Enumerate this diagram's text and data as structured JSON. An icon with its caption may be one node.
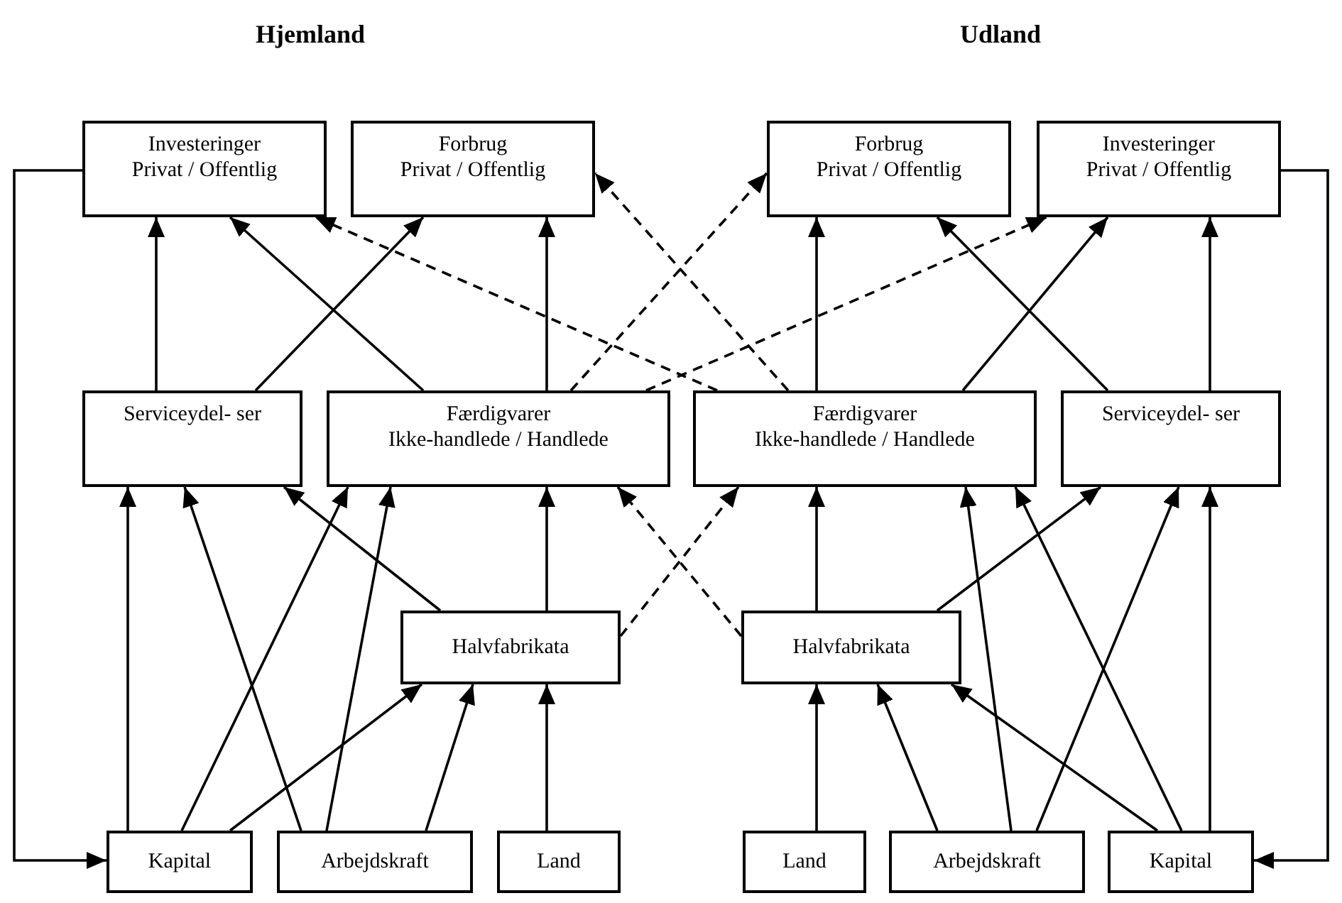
{
  "diagram": {
    "nodes": [
      {
        "text": [
          "Investeringer",
          "Privat / Offentlig"
        ]
      },
      {
        "text": [
          "Forbrug",
          "Privat / Offentlig"
        ]
      },
      {
        "text": [
          "Forbrug",
          "Privat / Offentlig"
        ]
      },
      {
        "text": [
          "Investeringer",
          "Privat / Offentlig"
        ]
      },
      {
        "text": [
          "Serviceydel- ser"
        ]
      },
      {
        "text": [
          "Færdigvarer",
          "Ikke-handlede / Handlede"
        ]
      },
      {
        "text": [
          "Færdigvarer",
          "Ikke-handlede / Handlede"
        ]
      },
      {
        "text": [
          "Serviceydel- ser"
        ]
      },
      {
        "text": [
          "Halvfabrikata"
        ]
      },
      {
        "text": [
          "Halvfabrikata"
        ]
      },
      {
        "text": [
          "Kapital"
        ]
      },
      {
        "text": [
          "Arbejdskraft"
        ]
      },
      {
        "text": [
          "Land"
        ]
      },
      {
        "text": [
          "Land"
        ]
      },
      {
        "text": [
          "Arbejdskraft"
        ]
      },
      {
        "text": [
          "Kapital"
        ]
      }
    ],
    "edges": [
      {
        "from": 4,
        "to": 0,
        "arrow": "to"
      },
      {
        "from": 4,
        "to": 1,
        "arrow": "to"
      },
      {
        "from": 5,
        "to": 0,
        "arrow": "to"
      },
      {
        "from": 5,
        "to": 1,
        "arrow": "to"
      },
      {
        "from": 5,
        "to": 2,
        "arrow": "to",
        "style": "dashed"
      },
      {
        "from": 5,
        "to": 3,
        "arrow": "to",
        "style": "dashed"
      },
      {
        "from": 6,
        "to": 0,
        "arrow": "to",
        "style": "dashed"
      },
      {
        "from": 6,
        "to": 1,
        "arrow": "to",
        "style": "dashed"
      },
      {
        "from": 6,
        "to": 2,
        "arrow": "to"
      },
      {
        "from": 6,
        "to": 3,
        "arrow": "to"
      },
      {
        "from": 7,
        "to": 2,
        "arrow": "to"
      },
      {
        "from": 7,
        "to": 3,
        "arrow": "to"
      },
      {
        "from": 8,
        "to": 4,
        "arrow": "to"
      },
      {
        "from": 8,
        "to": 5,
        "arrow": "to"
      },
      {
        "from": 8,
        "to": 6,
        "arrow": "to",
        "style": "dashed"
      },
      {
        "from": 9,
        "to": 5,
        "arrow": "to",
        "style": "dashed"
      },
      {
        "from": 9,
        "to": 6,
        "arrow": "to"
      },
      {
        "from": 9,
        "to": 7,
        "arrow": "to"
      },
      {
        "from": 10,
        "to": 4,
        "arrow": "to"
      },
      {
        "from": 10,
        "to": 5,
        "arrow": "to"
      },
      {
        "from": 10,
        "to": 8,
        "arrow": "to"
      },
      {
        "from": 11,
        "to": 4,
        "arrow": "to"
      },
      {
        "from": 11,
        "to": 5,
        "arrow": "to"
      },
      {
        "from": 11,
        "to": 8,
        "arrow": "to"
      },
      {
        "from": 12,
        "to": 8,
        "arrow": "to"
      },
      {
        "from": 13,
        "to": 9,
        "arrow": "to"
      },
      {
        "from": 14,
        "to": 9,
        "arrow": "to"
      },
      {
        "from": 14,
        "to": 6,
        "arrow": "to"
      },
      {
        "from": 14,
        "to": 7,
        "arrow": "to"
      },
      {
        "from": 15,
        "to": 9,
        "arrow": "to"
      },
      {
        "from": 15,
        "to": 6,
        "arrow": "to"
      },
      {
        "from": 15,
        "to": 7,
        "arrow": "to"
      },
      {
        "from": 0,
        "to": 10,
        "arrow": "to"
      },
      {
        "from": 3,
        "to": 15,
        "arrow": "to"
      }
    ],
    "labels": [
      "Hjemland",
      "Udland"
    ]
  }
}
